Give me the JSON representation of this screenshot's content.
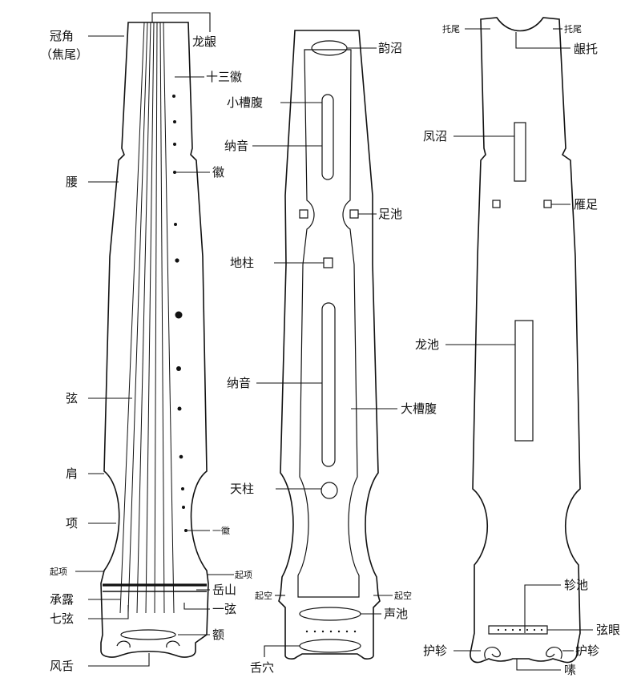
{
  "labels": {
    "guanjiao": "冠角",
    "jiaowei": "（焦尾）",
    "longyin": "龙龈",
    "shisanhui": "十三徽",
    "yao": "腰",
    "hui": "徽",
    "xian": "弦",
    "jian": "肩",
    "xiang": "项",
    "yihui": "一徽",
    "qixiang_left": "起项",
    "qixiang_right": "起项",
    "chenglu": "承露",
    "yueshan": "岳山",
    "qixian": "七弦",
    "yixian": "一弦",
    "e": "额",
    "fengshe": "风舌",
    "yunzhao": "韵沼",
    "xiaocaofu": "小槽腹",
    "nayin_top": "纳音",
    "zuchi": "足池",
    "dizhu": "地柱",
    "nayin_bottom": "纳音",
    "dacaofu": "大槽腹",
    "tianzhu": "天柱",
    "qikong_left": "起空",
    "qikong_right": "起空",
    "shengchi": "声池",
    "shexue": "舌穴",
    "tuowei_left": "托尾",
    "tuowei_right": "托尾",
    "yintuo": "龈托",
    "fengzhao": "凤沼",
    "yanzu": "雁足",
    "longchi": "龙池",
    "zhenchi": "轸池",
    "xianyan": "弦眼",
    "huzhen_left": "护轸",
    "huzhen_right": "护轸",
    "zhuo": "嗉"
  }
}
